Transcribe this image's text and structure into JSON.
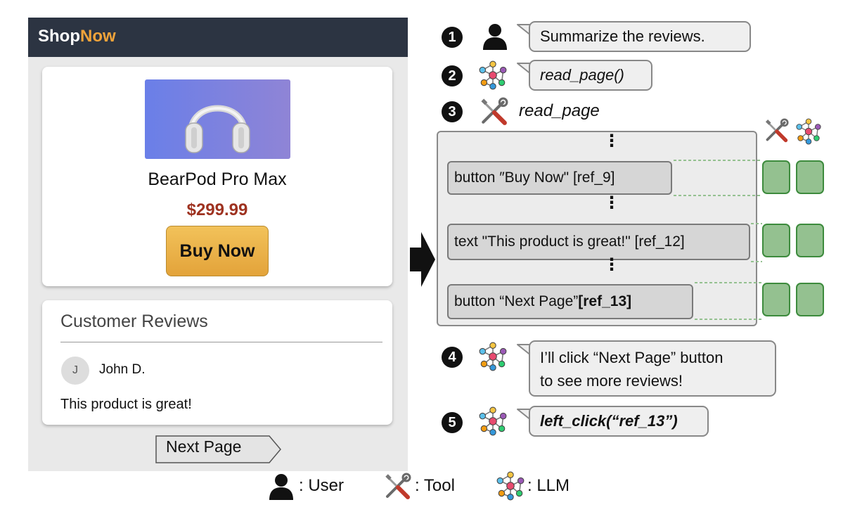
{
  "shop": {
    "brand_part1": "Shop",
    "brand_part2": "Now",
    "product": {
      "name": "BearPod Pro Max",
      "price": "$299.99",
      "buy_label": "Buy Now"
    },
    "reviews": {
      "title": "Customer Reviews",
      "avatar_initial": "J",
      "reviewer": "John D.",
      "text": "This product is great!"
    },
    "next_page_label": "Next Page"
  },
  "steps": [
    {
      "number": "1",
      "actor": "user-icon",
      "text": "Summarize the reviews."
    },
    {
      "number": "2",
      "actor": "llm-icon",
      "text": "read_page()"
    },
    {
      "number": "3",
      "actor": "tool-icon",
      "text": "read_page"
    },
    {
      "number": "4",
      "actor": "llm-icon",
      "line1": "I’ll click “Next Page” button",
      "line2": "to see more reviews!"
    },
    {
      "number": "5",
      "actor": "llm-icon",
      "text": "left_click(“ref_13”)"
    }
  ],
  "accessibility_tree": {
    "items": [
      {
        "text": "button ″Buy Now\" [ref_9]"
      },
      {
        "text": "text \"This product is great!\" [ref_12]"
      },
      {
        "text": "button “Next Page” ",
        "ref": "[ref_13]"
      }
    ],
    "ellipsis": "⋮"
  },
  "legend": [
    {
      "icon": "user-icon",
      "label": ": User"
    },
    {
      "icon": "tool-icon",
      "label": ": Tool"
    },
    {
      "icon": "llm-icon",
      "label": ": LLM"
    }
  ],
  "colors": {
    "header": "#2c3442",
    "brand_accent": "#f0a33a",
    "price": "#9e3220",
    "buy_button": "#e8ae45",
    "cell_fill": "#94c190",
    "cell_border": "#3d8b3d"
  }
}
